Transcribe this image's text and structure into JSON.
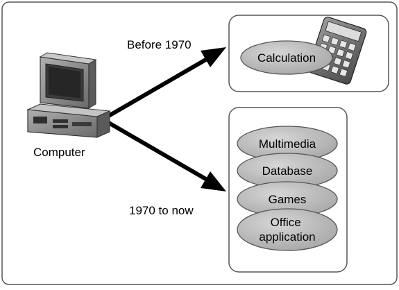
{
  "diagram": {
    "source": {
      "label": "Computer"
    },
    "branches": [
      {
        "label": "Before 1970",
        "items": [
          "Calculation"
        ]
      },
      {
        "label": "1970 to now",
        "items": [
          "Multimedia",
          "Database",
          "Games",
          "Office application"
        ]
      }
    ]
  },
  "colors": {
    "ellipse_fill": "#b5b5b5",
    "ellipse_stroke": "#555555",
    "arrow": "#000000",
    "panel_stroke": "#555555"
  }
}
